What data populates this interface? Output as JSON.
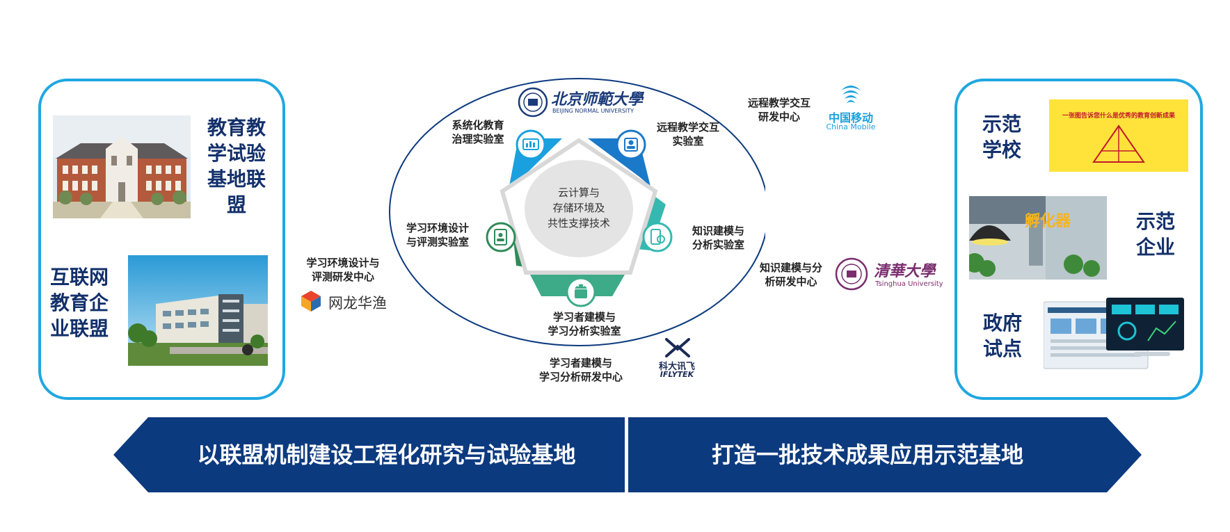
{
  "left_panel": {
    "title_top": [
      "教育教",
      "学试验",
      "基地联",
      "盟"
    ],
    "title_bottom": [
      "互联网",
      "教育企",
      "业联盟"
    ]
  },
  "right_panel": {
    "label_school": [
      "示范",
      "学校"
    ],
    "label_enterprise": [
      "示范",
      "企业"
    ],
    "label_government": [
      "政府",
      "试点"
    ],
    "poster_title": "一张图告诉您什么是优秀的教育创新成果",
    "incubator_sign": "孵化器"
  },
  "center": {
    "core": [
      "云计算与",
      "存储环境及",
      "共性支撑技术"
    ],
    "labs": {
      "governance": [
        "系统化教育",
        "治理实验室"
      ],
      "remote": [
        "远程教学交互",
        "实验室"
      ],
      "knowledge": [
        "知识建模与",
        "分析实验室"
      ],
      "learner": [
        "学习者建模与",
        "学习分析实验室"
      ],
      "environment": [
        "学习环境设计",
        "与评测实验室"
      ]
    },
    "bnu": {
      "name": "北京师範大學",
      "name_en": "BEIJING NORMAL UNIVERSITY"
    }
  },
  "partners": {
    "mobile": {
      "center": [
        "远程教学交互",
        "研发中心"
      ],
      "name_cn": "中国移动",
      "name_en": "China Mobile"
    },
    "tsinghua": {
      "center": [
        "知识建模与分",
        "析研发中心"
      ],
      "name_cn": "清華大學",
      "name_en": "Tsinghua University"
    },
    "iflytek": {
      "center": [
        "学习者建模与",
        "学习分析研发中心"
      ],
      "name_cn": "科大讯飞",
      "name_en": "IFLYTEK"
    },
    "netdragon": {
      "center": [
        "学习环境设计与",
        "评测研发中心"
      ],
      "name": "网龙华渔"
    }
  },
  "banner": {
    "left": "以联盟机制建设工程化研究与试验基地",
    "right": "打造一批技术成果应用示范基地"
  },
  "colors": {
    "panel_border": "#1fa7e0",
    "navy": "#13306b",
    "banner": "#0c3a7f",
    "green": "#2e8b57",
    "teal": "#35b8b0",
    "blue": "#1aa0de"
  }
}
